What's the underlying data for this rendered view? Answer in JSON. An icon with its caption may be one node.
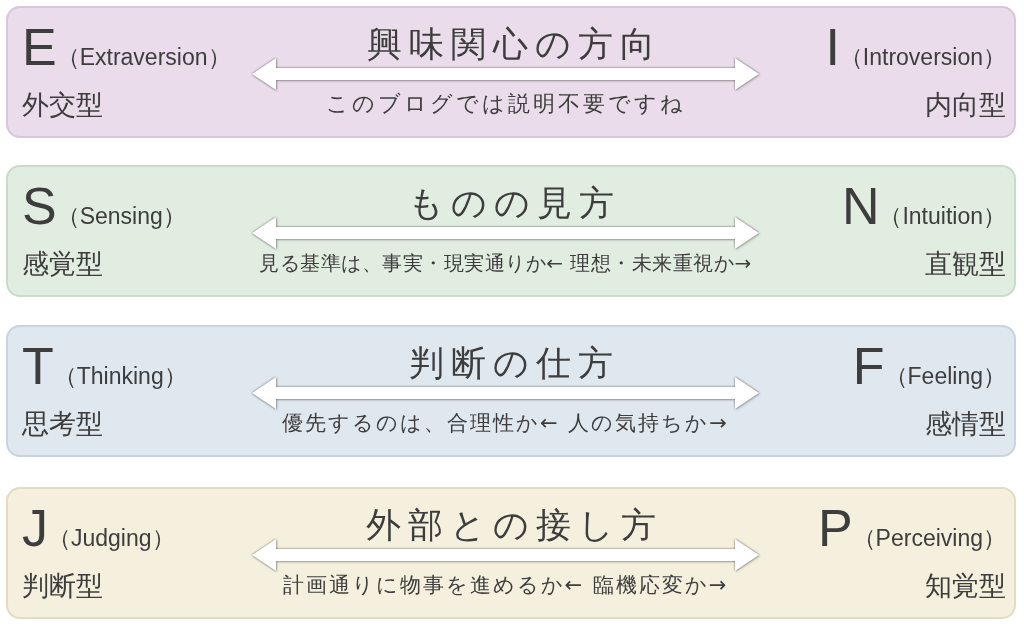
{
  "diagram": {
    "nodes": [
      {
        "text": [
          "興味関心の方向"
        ]
      },
      {
        "text": [
          "E",
          "（Extraversion）",
          "外交型"
        ],
        "in": 0
      },
      {
        "text": [
          "I",
          "（Introversion）",
          "内向型"
        ],
        "in": 0
      },
      {
        "text": [
          "ものの見方"
        ]
      },
      {
        "text": [
          "S",
          "（Sensing）",
          "感覚型"
        ],
        "in": 3
      },
      {
        "text": [
          "N",
          "（Intuition）",
          "直観型"
        ],
        "in": 3
      },
      {
        "text": [
          "判断の仕方"
        ]
      },
      {
        "text": [
          "T",
          "（Thinking）",
          "思考型"
        ],
        "in": 6
      },
      {
        "text": [
          "F",
          "（Feeling）",
          "感情型"
        ],
        "in": 6
      },
      {
        "text": [
          "外部との接し方"
        ]
      },
      {
        "text": [
          "J",
          "（Judging）",
          "判断型"
        ],
        "in": 9
      },
      {
        "text": [
          "P",
          "（Perceiving）",
          "知覚型"
        ],
        "in": 9
      }
    ],
    "edges": [
      {
        "from": 1,
        "to": 2,
        "arrow": "both",
        "label": "このブログでは説明不要ですね"
      },
      {
        "from": 4,
        "to": 5,
        "arrow": "both",
        "label": "見る基準は、事実・現実通りか← 理想・未来重視か→"
      },
      {
        "from": 7,
        "to": 8,
        "arrow": "both",
        "label": "優先するのは、合理性か← 人の気持ちか→"
      },
      {
        "from": 10,
        "to": 11,
        "arrow": "both",
        "label": "計画通りに物事を進めるか← 臨機応変か→"
      }
    ]
  }
}
